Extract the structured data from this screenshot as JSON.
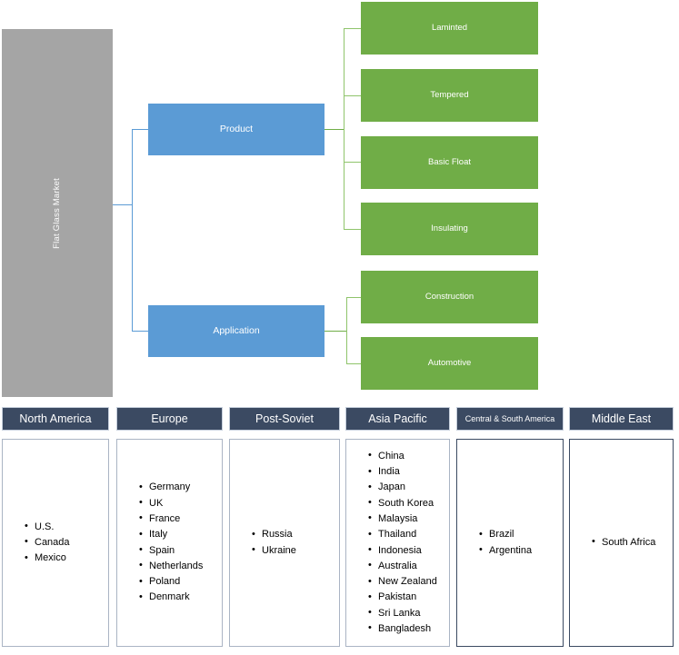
{
  "diagram": {
    "root": {
      "label": "Flat Glass Market"
    },
    "branches": [
      {
        "label": "Product"
      },
      {
        "label": "Application"
      }
    ],
    "leaves": {
      "product": [
        "Laminted",
        "Tempered",
        "Basic Float",
        "Insulating"
      ],
      "application": [
        "Construction",
        "Automotive"
      ]
    }
  },
  "regions": [
    {
      "name": "North America",
      "countries": [
        "U.S.",
        "Canada",
        "Mexico"
      ]
    },
    {
      "name": "Europe",
      "countries": [
        "Germany",
        "UK",
        "France",
        "Italy",
        "Spain",
        "Netherlands",
        "Poland",
        "Denmark"
      ]
    },
    {
      "name": "Post-Soviet",
      "countries": [
        "Russia",
        "Ukraine"
      ]
    },
    {
      "name": "Asia Pacific",
      "countries": [
        "China",
        "India",
        "Japan",
        "South Korea",
        "Malaysia",
        "Thailand",
        "Indonesia",
        "Australia",
        "New Zealand",
        "Pakistan",
        "Sri Lanka",
        "Bangladesh"
      ]
    },
    {
      "name": "Central & South America",
      "countries": [
        "Brazil",
        "Argentina"
      ]
    },
    {
      "name": "Middle East",
      "countries": [
        "South Africa"
      ]
    }
  ],
  "colors": {
    "root_box": "#a5a5a5",
    "branch_box": "#5b9bd5",
    "leaf_box": "#70ad47",
    "region_header": "#3b4a62",
    "connector_blue": "#5b9bd5",
    "connector_green": "#8fc46b"
  }
}
